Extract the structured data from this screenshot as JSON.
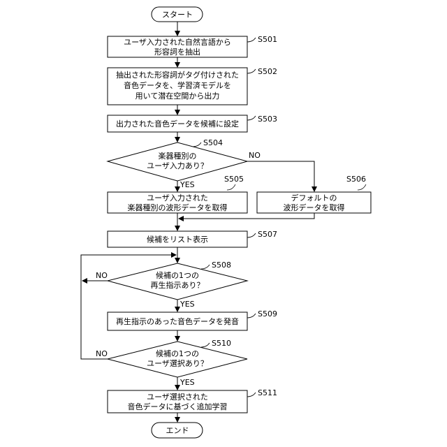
{
  "terminals": {
    "start": "スタート",
    "end": "エンド"
  },
  "steps": {
    "s501": {
      "id": "S501",
      "lines": [
        "ユーザ入力された自然言語から",
        "形容詞を抽出"
      ]
    },
    "s502": {
      "id": "S502",
      "lines": [
        "抽出された形容詞がタグ付けされた",
        "音色データを、学習済モデルを",
        "用いて潜在空間から出力"
      ]
    },
    "s503": {
      "id": "S503",
      "lines": [
        "出力された音色データを候補に設定"
      ]
    },
    "s504": {
      "id": "S504",
      "lines": [
        "楽器種別の",
        "ユーザ入力あり？"
      ]
    },
    "s505": {
      "id": "S505",
      "lines": [
        "ユーザ入力された",
        "楽器種別の波形データを取得"
      ]
    },
    "s506": {
      "id": "S506",
      "lines": [
        "デフォルトの",
        "波形データを取得"
      ]
    },
    "s507": {
      "id": "S507",
      "lines": [
        "候補をリスト表示"
      ]
    },
    "s508": {
      "id": "S508",
      "lines": [
        "候補の1つの",
        "再生指示あり？"
      ]
    },
    "s509": {
      "id": "S509",
      "lines": [
        "再生指示のあった音色データを発音"
      ]
    },
    "s510": {
      "id": "S510",
      "lines": [
        "候補の1つの",
        "ユーザ選択あり？"
      ]
    },
    "s511": {
      "id": "S511",
      "lines": [
        "ユーザ選択された",
        "音色データに基づく追加学習"
      ]
    }
  },
  "branch_labels": {
    "yes": "YES",
    "no": "NO"
  }
}
